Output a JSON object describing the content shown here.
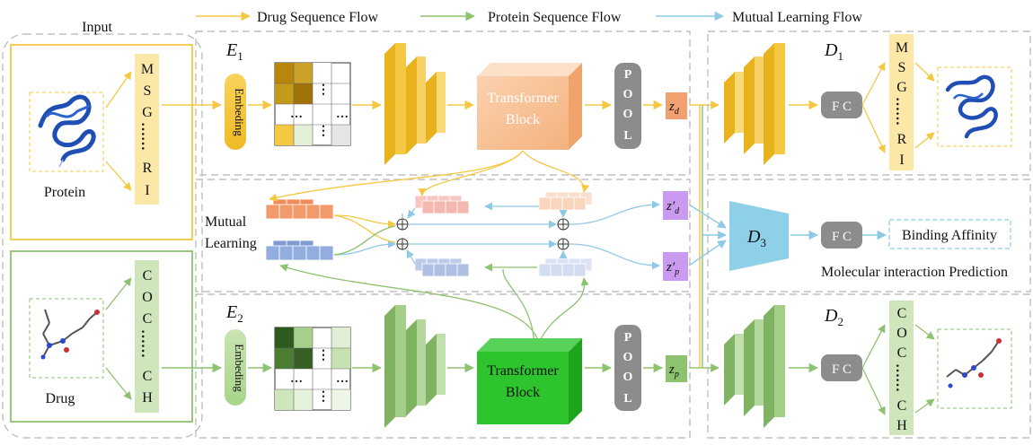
{
  "legend": {
    "drug_flow": "Drug  Sequence Flow",
    "protein_flow": "Protein  Sequence Flow",
    "mutual_flow": "Mutual Learning Flow"
  },
  "input": {
    "title": "Input",
    "protein_label": "Protein",
    "drug_label": "Drug",
    "protein_seq": [
      "M",
      "S",
      "G",
      "……",
      "R",
      "I"
    ],
    "drug_seq": [
      "C",
      "O",
      "C",
      "……",
      "C",
      "H"
    ]
  },
  "encoder1": {
    "name": "E",
    "sub": "1",
    "embed_label": "Embeding",
    "transformer_line1": "Transformer",
    "transformer_line2": "Block",
    "pool": [
      "P",
      "O",
      "O",
      "L"
    ],
    "z_main": "z",
    "z_sub": "d"
  },
  "encoder2": {
    "name": "E",
    "sub": "2",
    "embed_label": "Embeding",
    "transformer_line1": "Transformer",
    "transformer_line2": "Block",
    "pool": [
      "P",
      "O",
      "O",
      "L"
    ],
    "z_main": "z",
    "z_sub": "p"
  },
  "mutual": {
    "label_line1": "Mutual",
    "label_line2": "Learning",
    "z_d_prime": "z′",
    "z_d_sub": "d",
    "z_p_prime": "z′",
    "z_p_sub": "p"
  },
  "decoder1": {
    "name": "D",
    "sub": "1",
    "fc": "F C",
    "seq": [
      "M",
      "S",
      "G",
      "……",
      "R",
      "I"
    ]
  },
  "decoder2": {
    "name": "D",
    "sub": "2",
    "fc": "F C",
    "seq": [
      "C",
      "O",
      "C",
      "……",
      "C",
      "H"
    ]
  },
  "decoder3": {
    "name": "D",
    "sub": "3",
    "fc": "F C",
    "output": "Binding Affinity",
    "caption": "Molecular interaction Prediction"
  },
  "colors": {
    "drug": "#f5c842",
    "protein": "#8dc26f",
    "mutual": "#8ec9e6",
    "pool": "#8c8c8c",
    "z_drug": "#f2a070",
    "z_prime": "#c99af0",
    "d3": "#8dd0e8"
  }
}
